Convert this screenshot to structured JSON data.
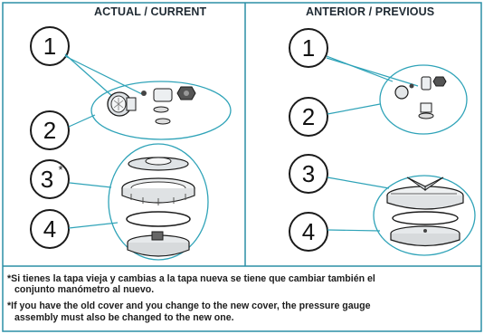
{
  "panels": {
    "left": {
      "title": "ACTUAL / CURRENT",
      "callouts": [
        {
          "number": "1"
        },
        {
          "number": "2"
        },
        {
          "number": "3",
          "mark": "*"
        },
        {
          "number": "4"
        }
      ]
    },
    "right": {
      "title": "ANTERIOR / PREVIOUS",
      "callouts": [
        {
          "number": "1"
        },
        {
          "number": "2"
        },
        {
          "number": "3"
        },
        {
          "number": "4"
        }
      ]
    }
  },
  "notes": {
    "spanish": {
      "line1": "*Si tienes la tapa vieja y cambias a la tapa nueva se tiene que cambiar también el",
      "line2": "conjunto manómetro al nuevo."
    },
    "english": {
      "line1": "*If you have the old cover and you change to the new cover, the pressure gauge",
      "line2": "assembly must also be changed to the new one."
    }
  },
  "colors": {
    "accent": "#2fa3b8",
    "outline": "#1a1a1a",
    "title_text": "#1f2a33"
  }
}
